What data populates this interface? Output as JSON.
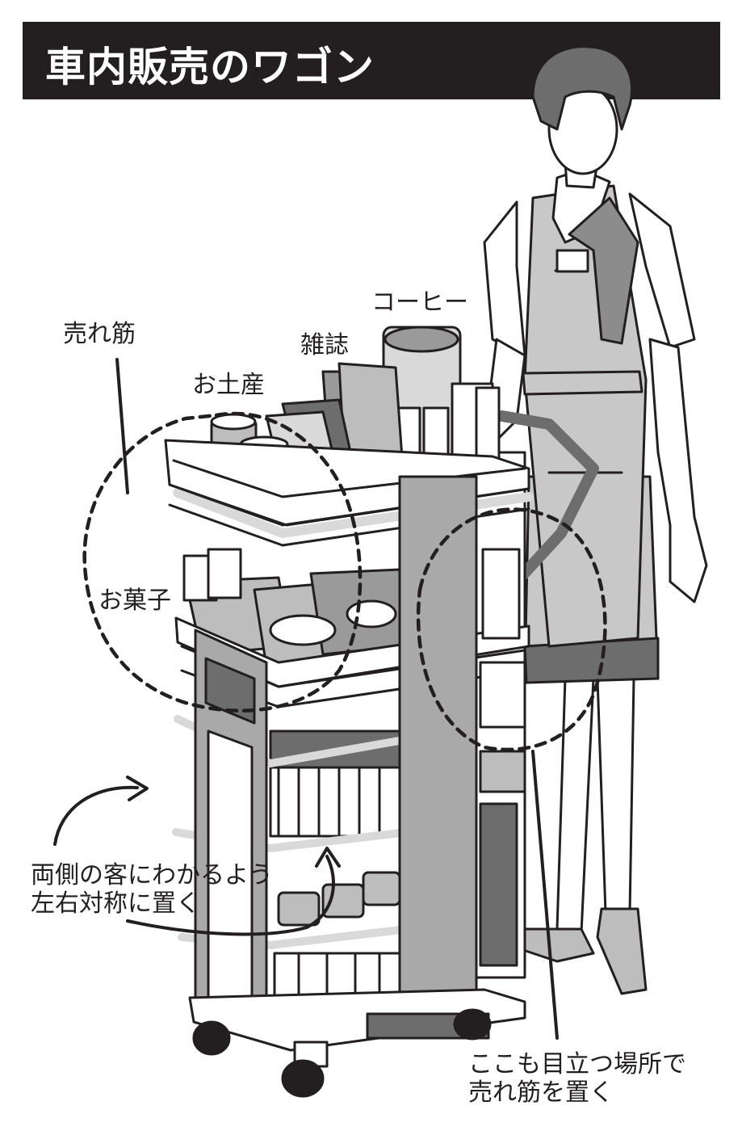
{
  "title": "車内販売のワゴン",
  "labels": {
    "urezuji": "売れ筋",
    "coffee": "コーヒー",
    "zasshi": "雑誌",
    "omiyage": "お土産",
    "okashi": "お菓子",
    "symmetric_line1": "両側の客にわかるよう",
    "symmetric_line2": "左右対称に置く",
    "prominent_line1": "ここも目立つ場所で",
    "prominent_line2": "売れ筋を置く"
  },
  "colors": {
    "title_bg": "#231f20",
    "title_text": "#ffffff",
    "ink": "#231f20",
    "apron": "#c8c8c8",
    "apron_dark": "#6d6d6d",
    "panel": "#a9a9a9",
    "product": "#bdbdbd"
  }
}
